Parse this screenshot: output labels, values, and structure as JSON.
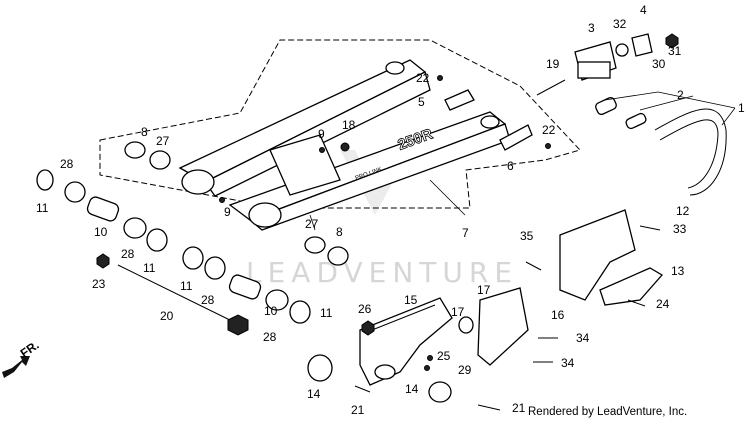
{
  "watermark": {
    "text": "LEADVENTURE"
  },
  "frame_decal": {
    "model": "250R",
    "small": "PRO LINK"
  },
  "direction": {
    "label": "FR."
  },
  "credit": "Rendered by LeadVenture, Inc.",
  "callouts": [
    {
      "id": "c1",
      "label": "1"
    },
    {
      "id": "c2",
      "label": "2"
    },
    {
      "id": "c3",
      "label": "3"
    },
    {
      "id": "c4",
      "label": "4"
    },
    {
      "id": "c5",
      "label": "5"
    },
    {
      "id": "c6",
      "label": "6"
    },
    {
      "id": "c7",
      "label": "7"
    },
    {
      "id": "c8a",
      "label": "8"
    },
    {
      "id": "c8b",
      "label": "8"
    },
    {
      "id": "c9a",
      "label": "9"
    },
    {
      "id": "c9b",
      "label": "9"
    },
    {
      "id": "c10a",
      "label": "10"
    },
    {
      "id": "c10b",
      "label": "10"
    },
    {
      "id": "c11a",
      "label": "11"
    },
    {
      "id": "c11b",
      "label": "11"
    },
    {
      "id": "c11c",
      "label": "11"
    },
    {
      "id": "c11d",
      "label": "11"
    },
    {
      "id": "c12",
      "label": "12"
    },
    {
      "id": "c13",
      "label": "13"
    },
    {
      "id": "c14",
      "label": "14"
    },
    {
      "id": "c14b",
      "label": "14"
    },
    {
      "id": "c15",
      "label": "15"
    },
    {
      "id": "c16",
      "label": "16"
    },
    {
      "id": "c17",
      "label": "17"
    },
    {
      "id": "c17b",
      "label": "17"
    },
    {
      "id": "c18",
      "label": "18"
    },
    {
      "id": "c19",
      "label": "19"
    },
    {
      "id": "c20",
      "label": "20"
    },
    {
      "id": "c21a",
      "label": "21"
    },
    {
      "id": "c21b",
      "label": "21"
    },
    {
      "id": "c22a",
      "label": "22"
    },
    {
      "id": "c22b",
      "label": "22"
    },
    {
      "id": "c23",
      "label": "23"
    },
    {
      "id": "c24",
      "label": "24"
    },
    {
      "id": "c25",
      "label": "25"
    },
    {
      "id": "c26",
      "label": "26"
    },
    {
      "id": "c27a",
      "label": "27"
    },
    {
      "id": "c27b",
      "label": "27"
    },
    {
      "id": "c28a",
      "label": "28"
    },
    {
      "id": "c28b",
      "label": "28"
    },
    {
      "id": "c28c",
      "label": "28"
    },
    {
      "id": "c28d",
      "label": "28"
    },
    {
      "id": "c29",
      "label": "29"
    },
    {
      "id": "c30",
      "label": "30"
    },
    {
      "id": "c31",
      "label": "31"
    },
    {
      "id": "c32",
      "label": "32"
    },
    {
      "id": "c33",
      "label": "33"
    },
    {
      "id": "c34a",
      "label": "34"
    },
    {
      "id": "c34b",
      "label": "34"
    },
    {
      "id": "c35",
      "label": "35"
    }
  ]
}
